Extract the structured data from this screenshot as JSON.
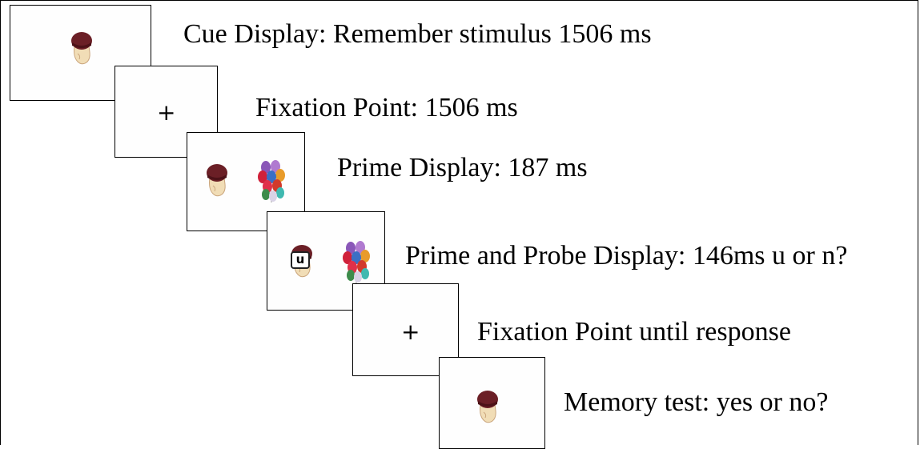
{
  "steps": [
    {
      "caption": "Cue Display: Remember stimulus 1506 ms",
      "stimuli": [
        "head-icon"
      ]
    },
    {
      "caption": "Fixation Point: 1506 ms",
      "fixation": "+"
    },
    {
      "caption": "Prime Display: 187 ms",
      "stimuli": [
        "head-icon",
        "balloons-icon"
      ]
    },
    {
      "caption": "Prime and Probe Display: 146ms u or n?",
      "stimuli": [
        "head-icon",
        "balloons-icon"
      ],
      "probe": "u"
    },
    {
      "caption": "Fixation Point until response",
      "fixation": "+"
    },
    {
      "caption": "Memory test: yes or no?",
      "stimuli": [
        "head-icon"
      ]
    }
  ],
  "colors": {
    "hair": "#6b1f26",
    "skin": "#f1ddb6",
    "skin_shadow": "#caa57c",
    "balloon_red": "#d0213a",
    "balloon_purple": "#8a57b8",
    "balloon_orange": "#e89b2a",
    "balloon_teal": "#3fb9b0",
    "balloon_green": "#3d8c4b",
    "balloon_blue": "#3b6fc4"
  }
}
